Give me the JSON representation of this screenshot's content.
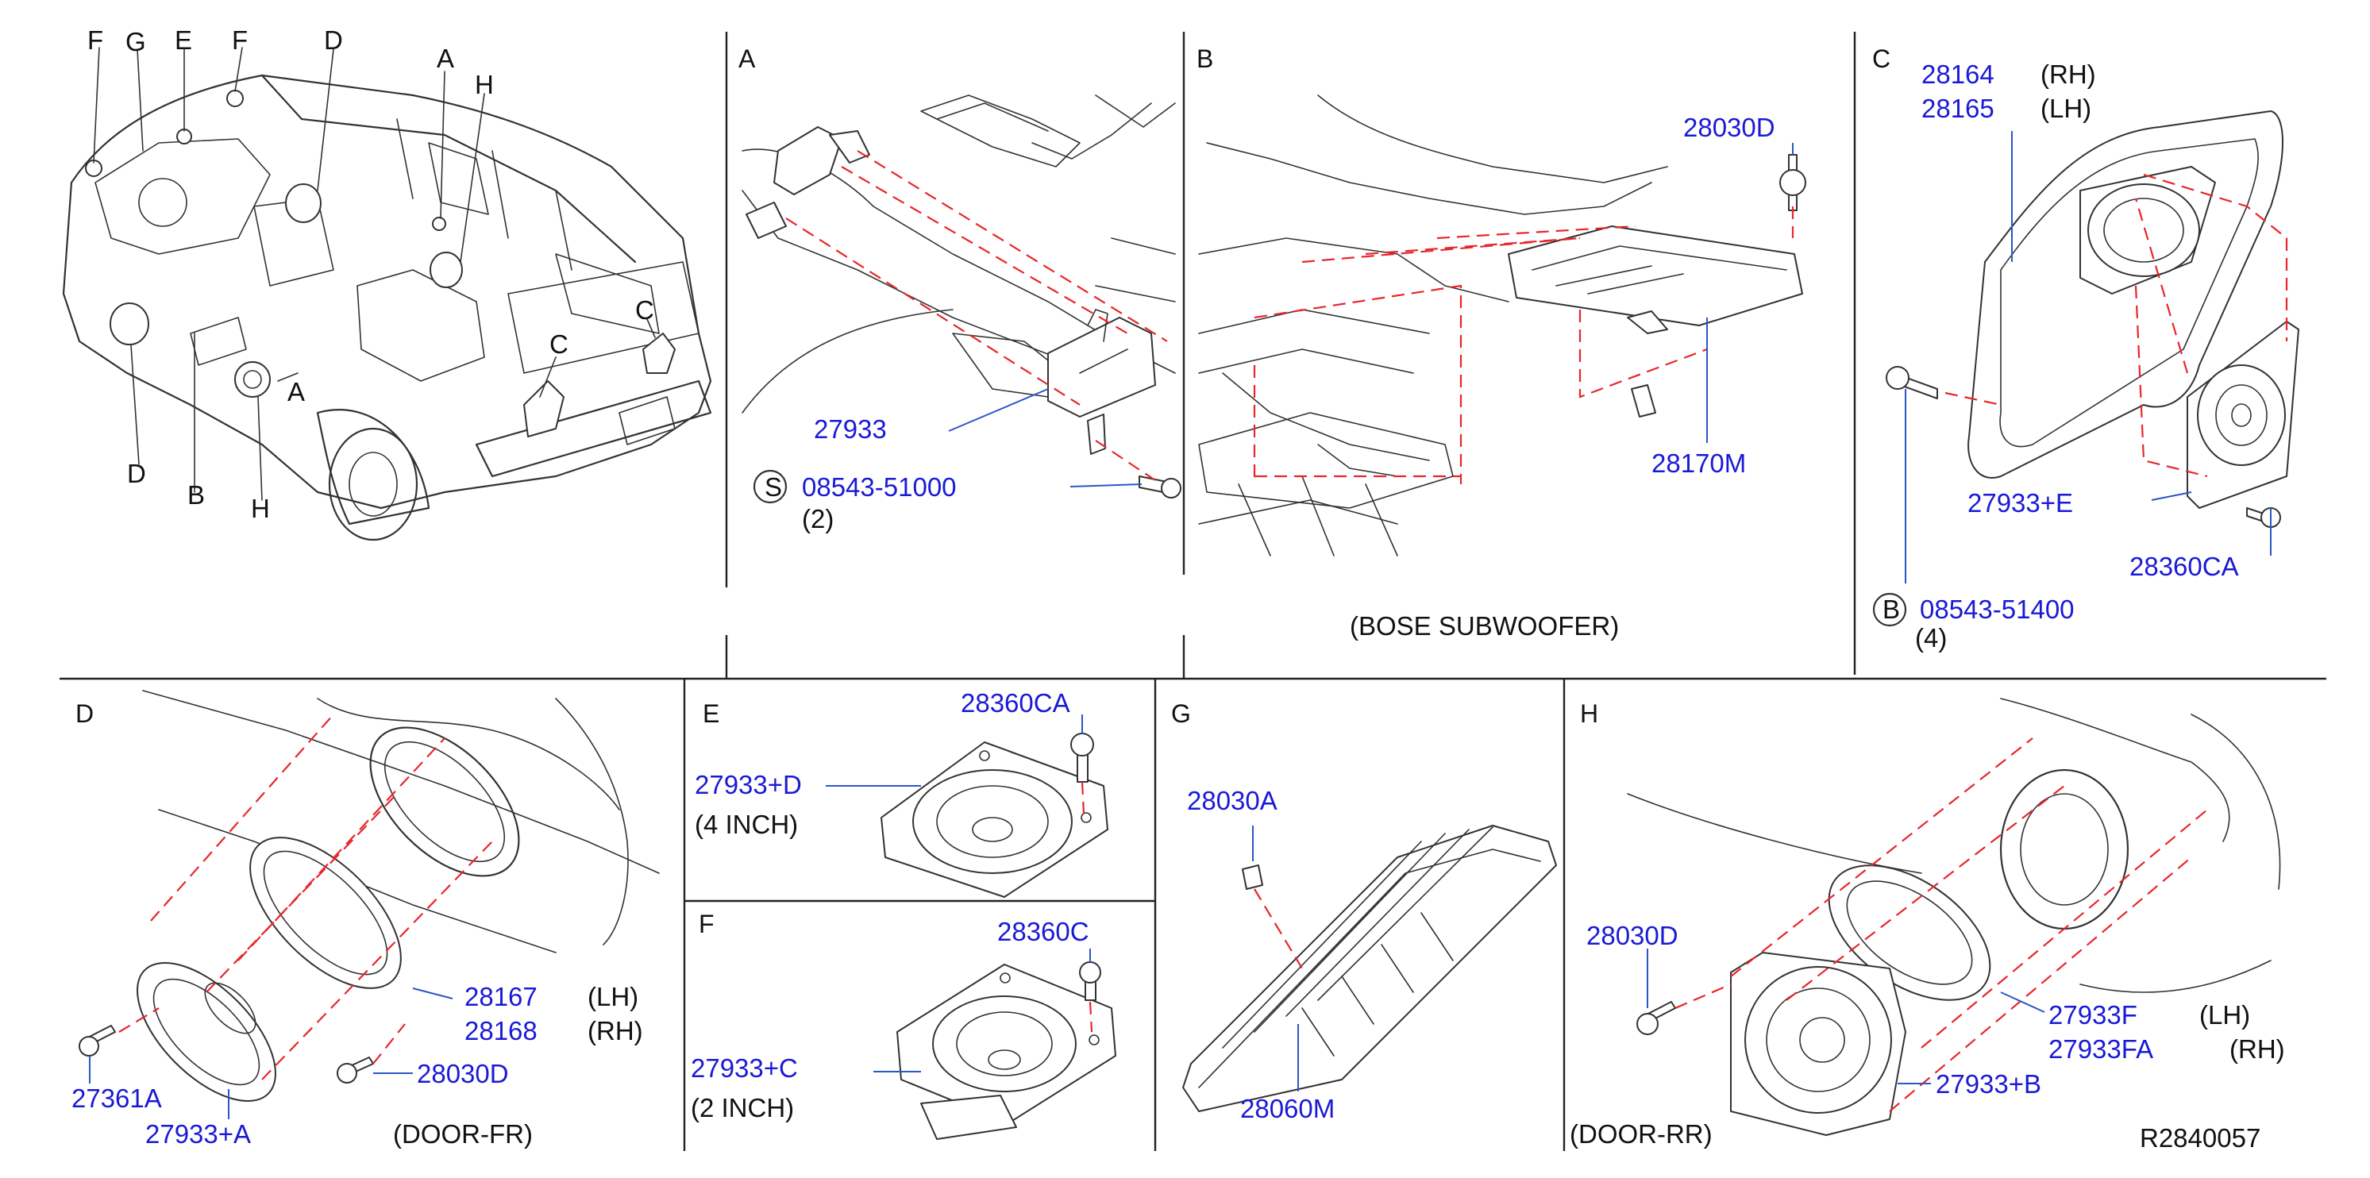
{
  "colors": {
    "part_number": "#1a1ad6",
    "label": "#111111",
    "guide_dash": "#e8262b",
    "leader": "#2c56c8",
    "line": "#333333"
  },
  "overview": {
    "callouts": [
      "F",
      "G",
      "E",
      "F",
      "D",
      "A",
      "H",
      "C",
      "C",
      "A",
      "D",
      "B",
      "H"
    ]
  },
  "sections": {
    "A": {
      "letter": "A",
      "parts": [
        "27933",
        "08543-51000"
      ],
      "qty": "(2)",
      "screw_symbol": "S"
    },
    "B": {
      "letter": "B",
      "parts": [
        "28030D",
        "28170M"
      ],
      "note": "(BOSE SUBWOOFER)"
    },
    "C": {
      "letter": "C",
      "parts": [
        "28164",
        "28165",
        "27933+E",
        "28360CA",
        "08543-51400"
      ],
      "sides": [
        "(RH)",
        "(LH)"
      ],
      "qty": "(4)",
      "screw_symbol": "B"
    },
    "D": {
      "letter": "D",
      "parts": [
        "28167",
        "28168",
        "27361A",
        "27933+A",
        "28030D"
      ],
      "sides": [
        "(LH)",
        "(RH)"
      ],
      "note": "(DOOR-FR)"
    },
    "E": {
      "letter": "E",
      "parts": [
        "28360CA",
        "27933+D"
      ],
      "size": "(4  INCH)"
    },
    "F": {
      "letter": "F",
      "parts": [
        "28360C",
        "27933+C"
      ],
      "size": "(2  INCH)"
    },
    "G": {
      "letter": "G",
      "parts": [
        "28030A",
        "28060M"
      ]
    },
    "H": {
      "letter": "H",
      "parts": [
        "28030D",
        "27933F",
        "27933FA",
        "27933+B"
      ],
      "sides": [
        "(LH)",
        "(RH)"
      ],
      "note": "(DOOR-RR)"
    }
  },
  "drawing_number": "R2840057"
}
